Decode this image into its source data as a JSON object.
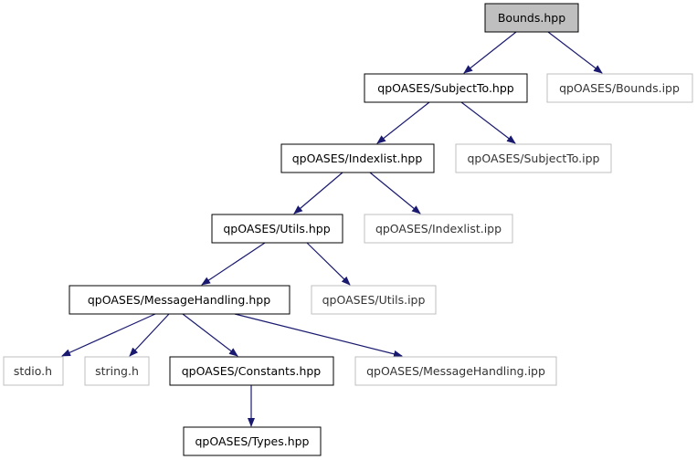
{
  "colors": {
    "edge": "#191970",
    "root_fill": "#bfbfbf",
    "box_border": "#000000",
    "muted_border": "#bfbfbf",
    "background": "#ffffff"
  },
  "nodes": {
    "bounds_hpp": "Bounds.hpp",
    "subjectto_hpp": "qpOASES/SubjectTo.hpp",
    "bounds_ipp": "qpOASES/Bounds.ipp",
    "indexlist_hpp": "qpOASES/Indexlist.hpp",
    "subjectto_ipp": "qpOASES/SubjectTo.ipp",
    "utils_hpp": "qpOASES/Utils.hpp",
    "indexlist_ipp": "qpOASES/Indexlist.ipp",
    "messagehandling_hpp": "qpOASES/MessageHandling.hpp",
    "utils_ipp": "qpOASES/Utils.ipp",
    "stdio_h": "stdio.h",
    "string_h": "string.h",
    "constants_hpp": "qpOASES/Constants.hpp",
    "messagehandling_ipp": "qpOASES/MessageHandling.ipp",
    "types_hpp": "qpOASES/Types.hpp"
  }
}
